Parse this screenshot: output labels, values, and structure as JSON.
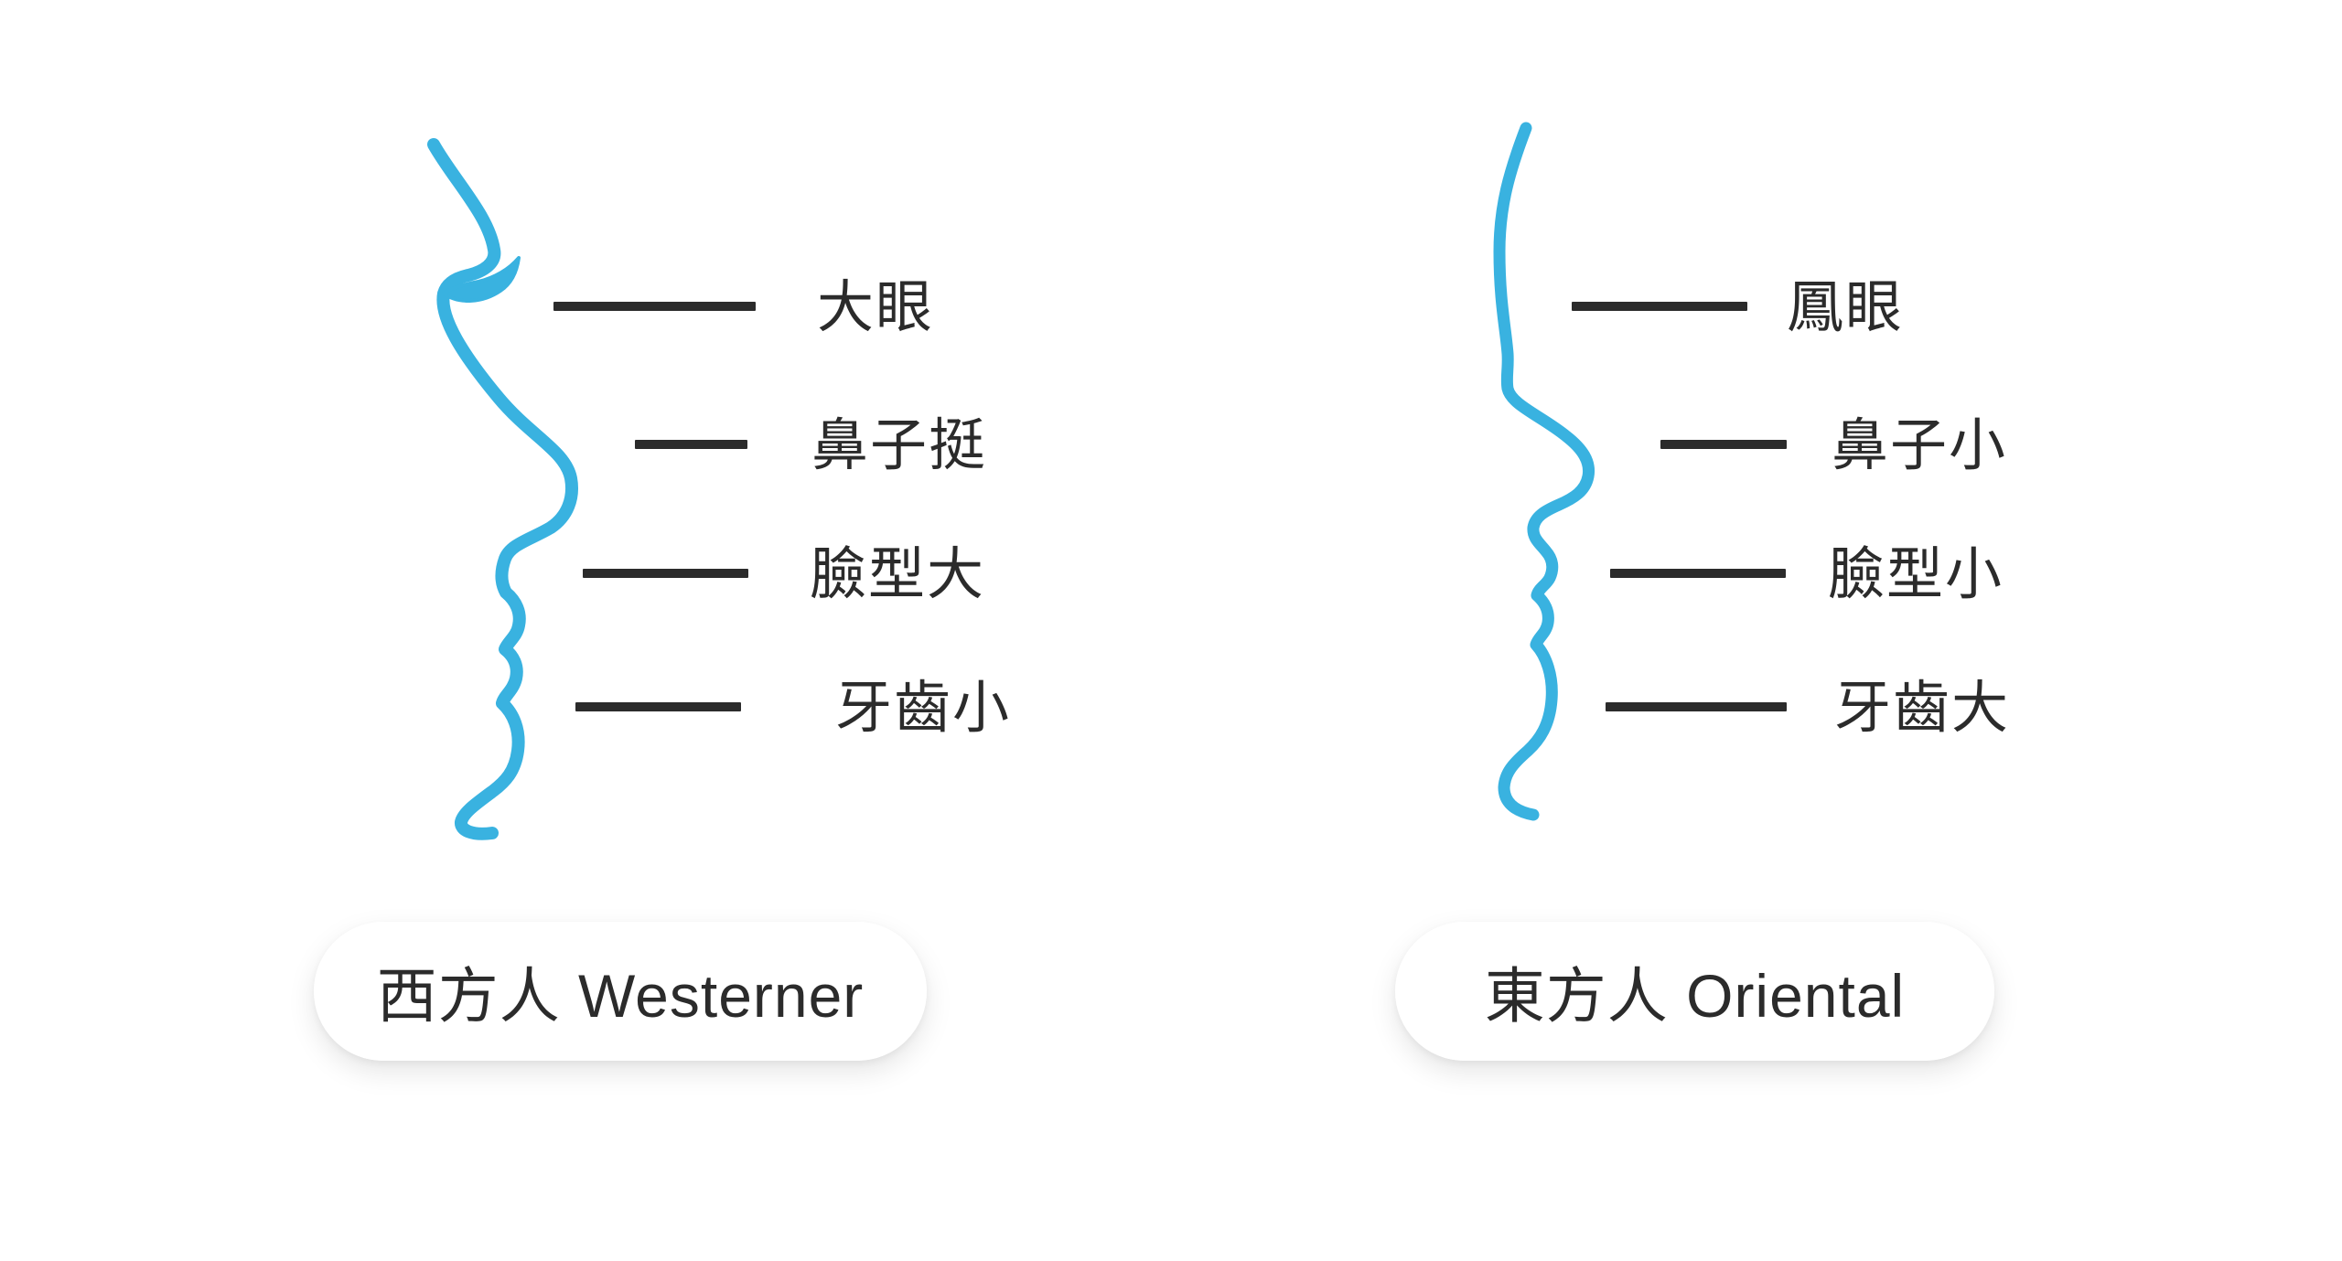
{
  "diagram": {
    "panels": [
      {
        "id": "westerner",
        "caption": "西方人 Westerner",
        "features": [
          "大眼",
          "鼻子挺",
          "臉型大",
          "牙齒小"
        ]
      },
      {
        "id": "oriental",
        "caption": "東方人 Oriental",
        "features": [
          "鳳眼",
          "鼻子小",
          "臉型小",
          "牙齒大"
        ]
      }
    ]
  },
  "colors": {
    "profile_blue": "#39b2e0",
    "ink": "#2b2b2b",
    "background": "#ffffff",
    "pill_edge": "#ededed"
  }
}
